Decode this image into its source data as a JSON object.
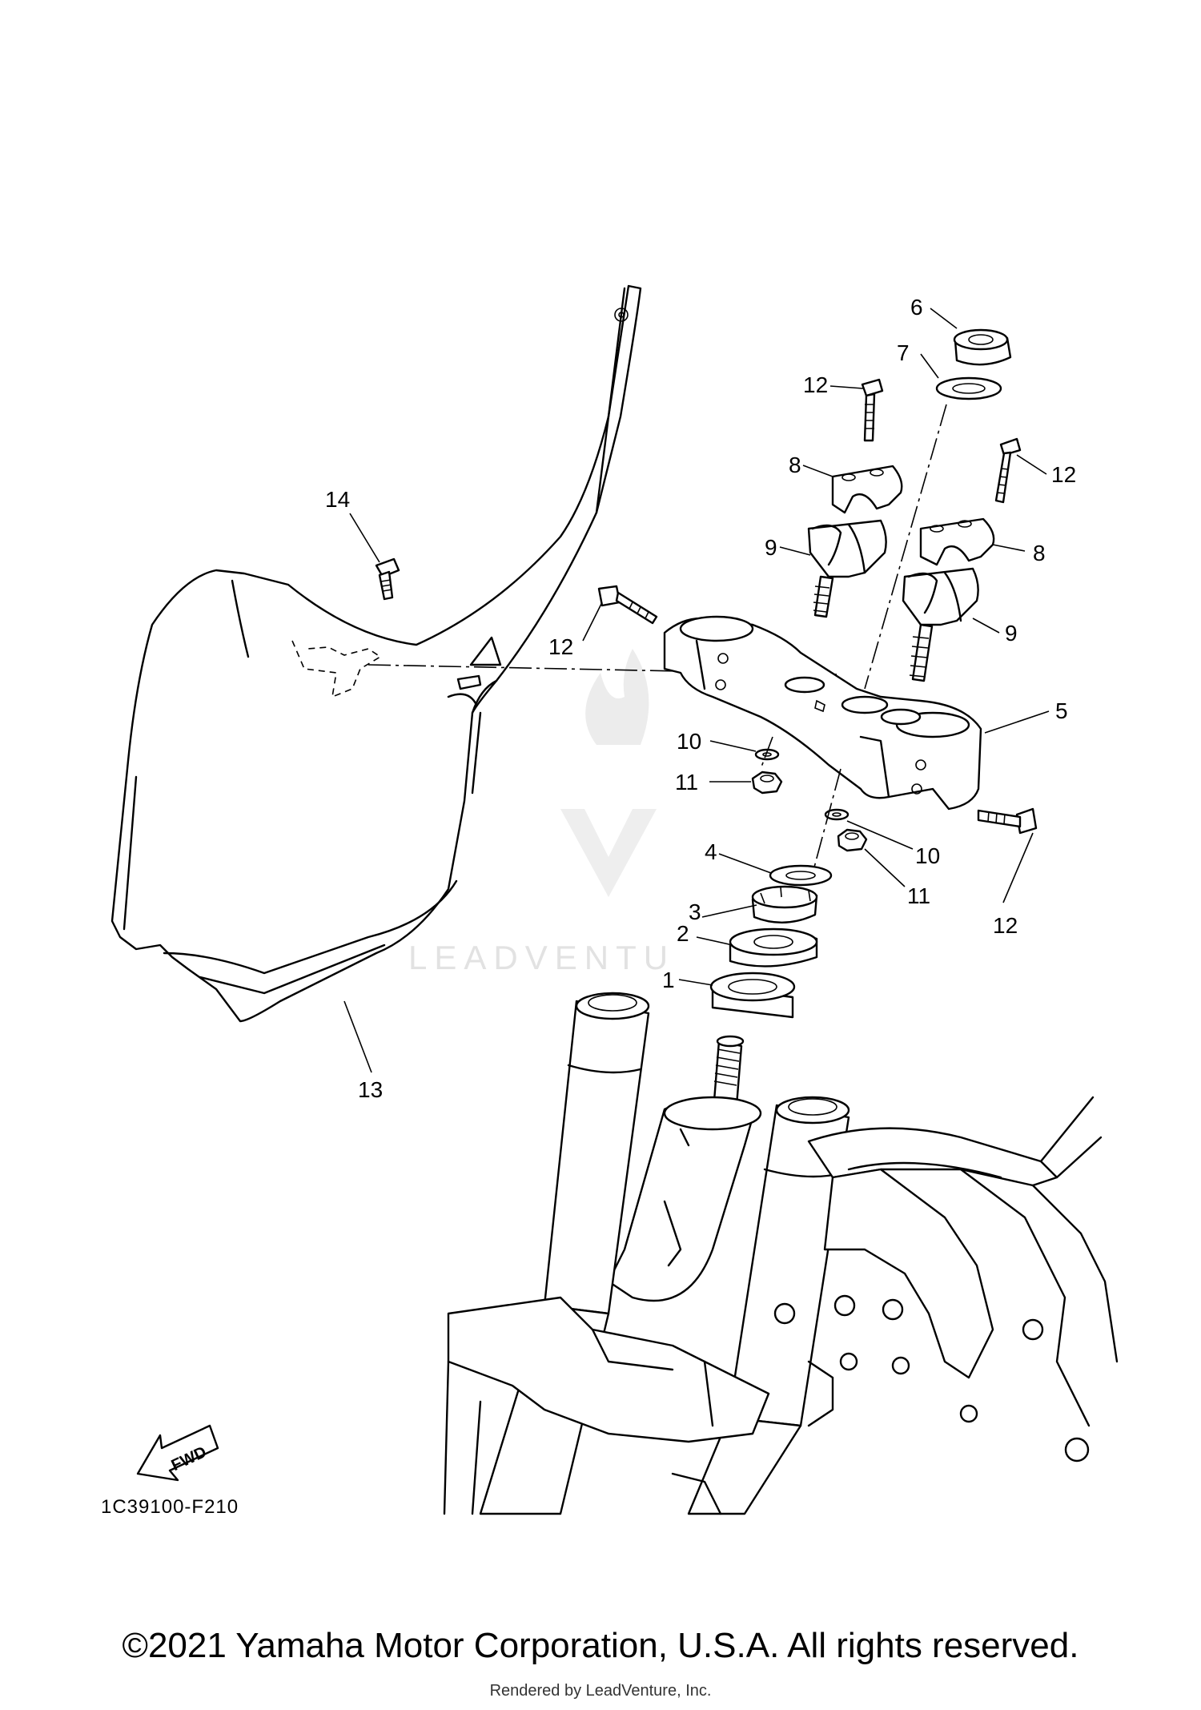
{
  "diagram": {
    "callouts": {
      "c1": "1",
      "c2": "2",
      "c3": "3",
      "c4": "4",
      "c5": "5",
      "c6": "6",
      "c7": "7",
      "c8a": "8",
      "c8b": "8",
      "c9a": "9",
      "c9b": "9",
      "c10a": "10",
      "c10b": "10",
      "c11a": "11",
      "c11b": "11",
      "c12a": "12",
      "c12b": "12",
      "c12c": "12",
      "c12d": "12",
      "c13": "13",
      "c14": "14"
    },
    "fwd_label": "FWD",
    "diagram_code": "1C39100-F210",
    "watermark": "LEADVENTU"
  },
  "footer": {
    "copyright": "©2021 Yamaha Motor Corporation, U.S.A. All rights reserved.",
    "rendered_by": "Rendered by LeadVenture, Inc."
  }
}
